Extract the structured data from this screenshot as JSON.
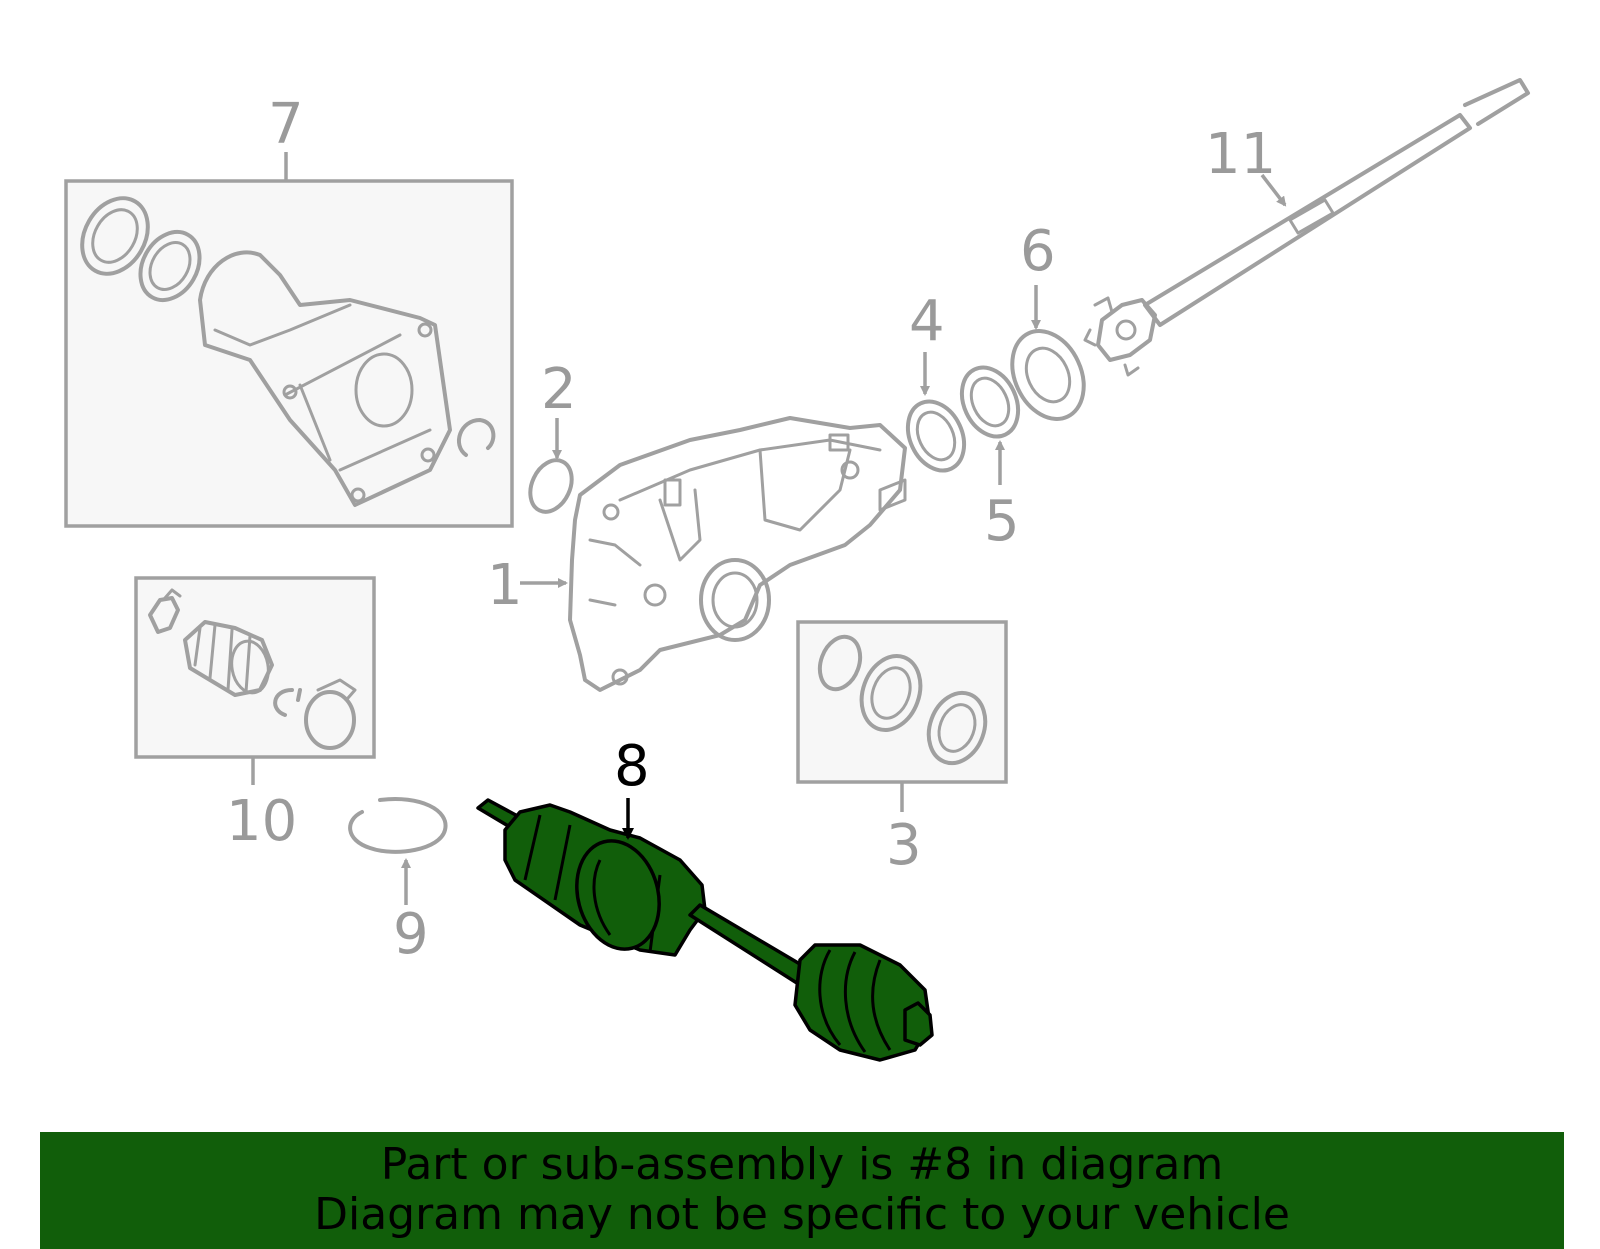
{
  "labels": {
    "p1": "1",
    "p2": "2",
    "p3": "3",
    "p4": "4",
    "p5": "5",
    "p6": "6",
    "p7": "7",
    "p8": "8",
    "p9": "9",
    "p10": "10",
    "p11": "11"
  },
  "highlight_color": "#115e0a",
  "banner": {
    "line1": "Part or sub-assembly is #8 in diagram",
    "line2": "Diagram may not be specific to your vehicle"
  }
}
